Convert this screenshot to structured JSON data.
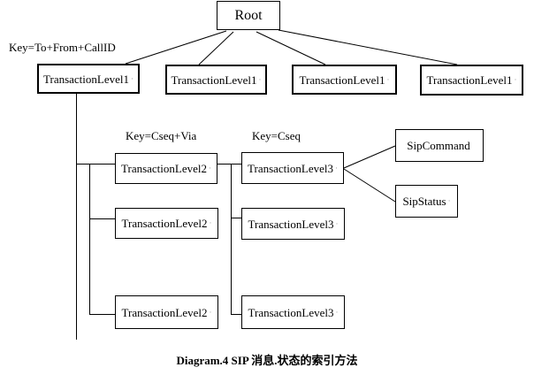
{
  "diagram": {
    "root": {
      "label": "Root",
      "mark": ""
    },
    "key_labels": {
      "level1": "Key=To+From+CallID",
      "level2": "Key=Cseq+Via",
      "level3": "Key=Cseq"
    },
    "level1_nodes": [
      {
        "label": "TransactionLevel1",
        "mark": "·"
      },
      {
        "label": "TransactionLevel1",
        "mark": "·"
      },
      {
        "label": "TransactionLevel1",
        "mark": "·"
      },
      {
        "label": "TransactionLevel1",
        "mark": "·"
      }
    ],
    "level2_nodes": [
      {
        "label": "TransactionLevel2",
        "mark": "·"
      },
      {
        "label": "TransactionLevel2",
        "mark": "·"
      },
      {
        "label": "TransactionLevel2",
        "mark": "·"
      }
    ],
    "level3_nodes": [
      {
        "label": "TransactionLevel3",
        "mark": "·"
      },
      {
        "label": "TransactionLevel3",
        "mark": "·"
      },
      {
        "label": "TransactionLevel3",
        "mark": "·"
      }
    ],
    "leaf_nodes": [
      {
        "label": "SipCommand",
        "mark": ""
      },
      {
        "label": "SipStatus",
        "mark": "·"
      }
    ],
    "caption": "Diagram.4 SIP 消息.状态的索引方法"
  }
}
